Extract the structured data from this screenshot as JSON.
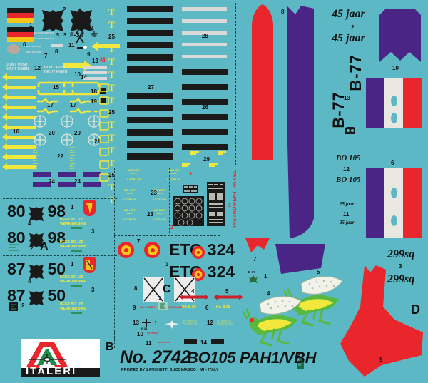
{
  "sheet": {
    "background_color": "#5cb8c4",
    "red": "#e8262c",
    "purple": "#4a2585",
    "yellow": "#f2e83c",
    "black": "#1a1a1a",
    "white": "#e2e2e2",
    "kit_number": "No. 2742",
    "kit_name": "BO105 PAH1/VBH",
    "printer_credit": "PRINTED BY ZANCHETTI BUCCINASCO - MI - ITALY",
    "brand": "ITALERI"
  },
  "blocks": {
    "A": "A",
    "B": "B",
    "C": "C",
    "D": "D"
  },
  "texts": {
    "nicht_betreten": "NICHT BETRETEN",
    "dont_push": "DON'T PUSH",
    "nicht_knien": "NICHT KNIEN",
    "f34": "F-34",
    "m": "M",
    "mb_hot": "MB HOT",
    "mb_hot_sub": "1937F",
    "mb_hot_code": "9.ETB1.80",
    "instrument_panel": "INSTRUMENT PANEL",
    "heer_line1": "HEER BO 105",
    "heer_line2": "WERK-NR 5098",
    "heer_line2b": "WERK-NR 6060",
    "nicht_anlegen": "NICHT ANLEGEN",
    "weg_flaktt": "WEG FLA KFT",
    "eto324": "ETO 324",
    "no_pusar": "NO PUSAR",
    "ha_b_55": "HA-B-55",
    "no_emplue": "NO EMPUJE",
    "pastere_no": "PASTERE NO",
    "b77_small": "B-77",
    "jaar45": "45 jaar",
    "b77": "B-77",
    "bo105": "BO 105",
    "jaar25": "25 jaar",
    "sq299": "299sq"
  },
  "reg_numbers": {
    "r1": "80",
    "r2": "98",
    "r3": "87",
    "r4": "50"
  },
  "callouts": {
    "top_left": [
      "1",
      "2",
      "3",
      "4",
      "5",
      "6",
      "7",
      "8",
      "9",
      "10",
      "11",
      "12",
      "13",
      "14",
      "15",
      "16",
      "17",
      "18",
      "19",
      "20",
      "21",
      "22",
      "23",
      "24",
      "25",
      "26",
      "27",
      "28",
      "29"
    ],
    "block_a": [
      "1",
      "2",
      "3",
      "4"
    ],
    "block_b": [
      "1",
      "2",
      "3",
      "4"
    ],
    "block_c": [
      "1",
      "2",
      "3",
      "4",
      "5",
      "6",
      "7",
      "8",
      "9",
      "10",
      "11",
      "12",
      "13",
      "14"
    ],
    "block_d": [
      "1",
      "2",
      "3",
      "4",
      "5",
      "6",
      "7",
      "8",
      "9",
      "10",
      "11",
      "12",
      "13"
    ]
  }
}
